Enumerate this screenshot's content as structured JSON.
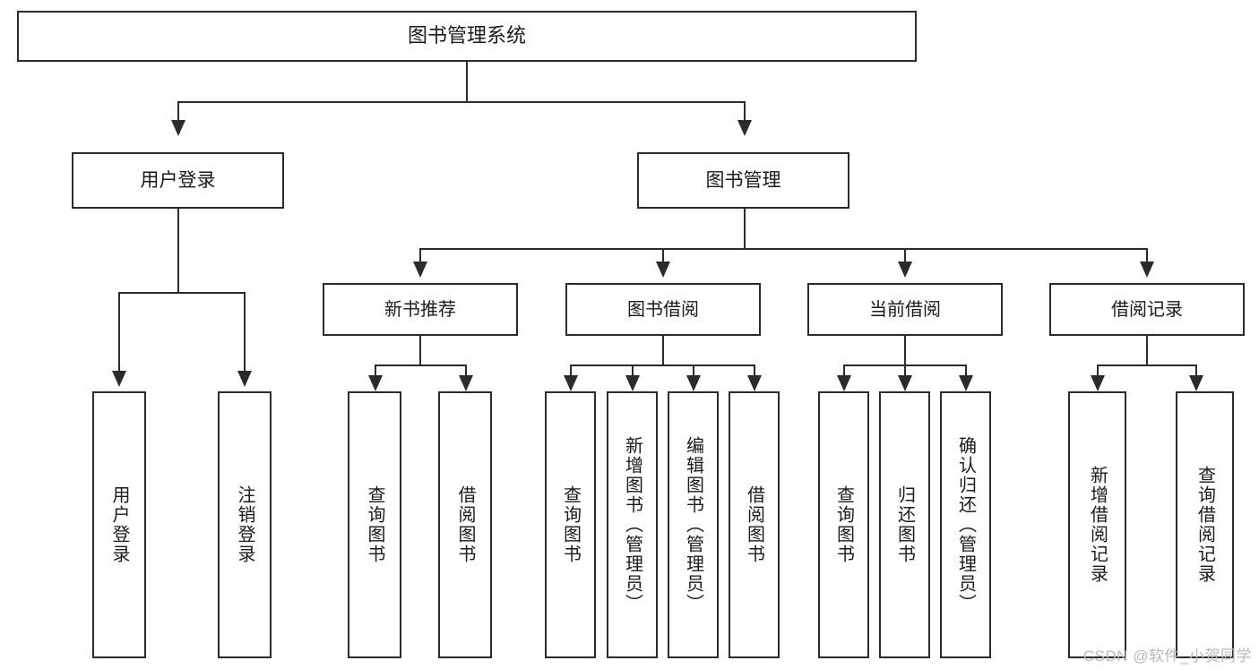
{
  "diagram": {
    "title": "图书管理系统",
    "watermark": "CSDN @软件_小贺同学",
    "root": {
      "label": "图书管理系统"
    },
    "level2": [
      {
        "label": "用户登录"
      },
      {
        "label": "图书管理"
      }
    ],
    "level3": [
      {
        "label": "新书推荐"
      },
      {
        "label": "图书借阅"
      },
      {
        "label": "当前借阅"
      },
      {
        "label": "借阅记录"
      }
    ],
    "leaves": {
      "user_login": [
        {
          "label": "用户登录"
        },
        {
          "label": "注销登录"
        }
      ],
      "new_book_recommend": [
        {
          "label": "查询图书"
        },
        {
          "label": "借阅图书"
        }
      ],
      "book_borrow": [
        {
          "label": "查询图书"
        },
        {
          "label": "新增图书（管理员）"
        },
        {
          "label": "编辑图书（管理员）"
        },
        {
          "label": "借阅图书"
        }
      ],
      "current_borrow": [
        {
          "label": "查询图书"
        },
        {
          "label": "归还图书"
        },
        {
          "label": "确认归还（管理员）"
        }
      ],
      "borrow_record": [
        {
          "label": "新增借阅记录"
        },
        {
          "label": "查询借阅记录"
        }
      ]
    },
    "colors": {
      "stroke": "#2b2b2b",
      "fill": "#ffffff",
      "text": "#1a1a1a",
      "watermark": "#b9b9b9"
    }
  }
}
